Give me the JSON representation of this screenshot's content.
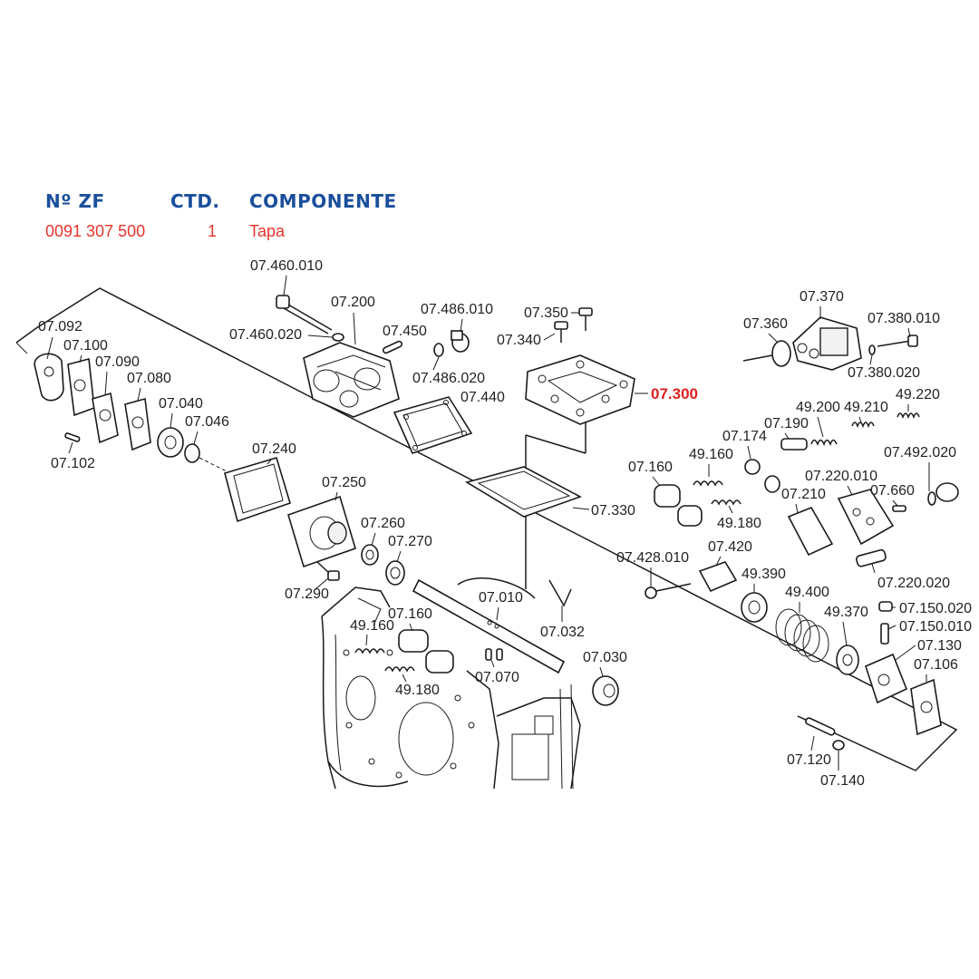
{
  "header": {
    "col_part_no": "Nº ZF",
    "col_qty": "CTD.",
    "col_component": "COMPONENTE"
  },
  "row": {
    "part_no": "0091 307 500",
    "qty": "1",
    "component": "Tapa"
  },
  "highlight_color": "#e01f1f",
  "header_color": "#1a4f9c",
  "labels": {
    "l07460010": "07.460.010",
    "l07200": "07.200",
    "l07486010": "07.486.010",
    "l07460020": "07.460.020",
    "l07450": "07.450",
    "l07486020": "07.486.020",
    "l07440": "07.440",
    "l07350": "07.350",
    "l07340": "07.340",
    "l07300": "07.300",
    "l07330": "07.330",
    "l07092": "07.092",
    "l07100": "07.100",
    "l07090": "07.090",
    "l07080": "07.080",
    "l07040": "07.040",
    "l07046": "07.046",
    "l07102": "07.102",
    "l07240": "07.240",
    "l07250": "07.250",
    "l07260": "07.260",
    "l07270": "07.270",
    "l07290": "07.290",
    "l49160a": "49.160",
    "l07160a": "07.160",
    "l49180a": "49.180",
    "l07010": "07.010",
    "l07032": "07.032",
    "l07070": "07.070",
    "l07030": "07.030",
    "l07370": "07.370",
    "l07360": "07.360",
    "l07380010": "07.380.010",
    "l07380020": "07.380.020",
    "l49200": "49.200",
    "l49210": "49.210",
    "l49220": "49.220",
    "l07190": "07.190",
    "l07174": "07.174",
    "l07160b": "07.160",
    "l49160b": "49.160",
    "l49180b": "49.180",
    "l07220010": "07.220.010",
    "l07210": "07.210",
    "l07660": "07.660",
    "l07492020": "07.492.020",
    "l07428010": "07.428.010",
    "l07420": "07.420",
    "l07220020": "07.220.020",
    "l49390": "49.390",
    "l49400": "49.400",
    "l49370": "49.370",
    "l07150020": "07.150.020",
    "l07150010": "07.150.010",
    "l07130": "07.130",
    "l07106": "07.106",
    "l07120": "07.120",
    "l07140": "07.140"
  }
}
